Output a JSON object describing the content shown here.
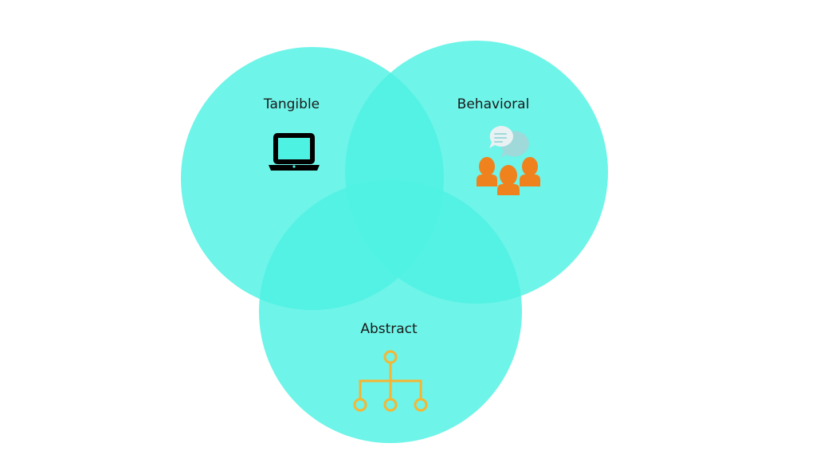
{
  "diagram": {
    "type": "venn",
    "circle_fill": "#4EF2E3",
    "circle_opacity": 0.82,
    "circles": [
      {
        "label": "Tangible",
        "icon": "laptop-icon"
      },
      {
        "label": "Behavioral",
        "icon": "people-chat-icon"
      },
      {
        "label": "Abstract",
        "icon": "hierarchy-icon"
      }
    ],
    "colors": {
      "laptop": "#000000",
      "people": "#F0821E",
      "chat_bubble_back": "#9FD9DA",
      "chat_bubble_front": "#E9F1F3",
      "hierarchy": "#F6B532"
    }
  }
}
